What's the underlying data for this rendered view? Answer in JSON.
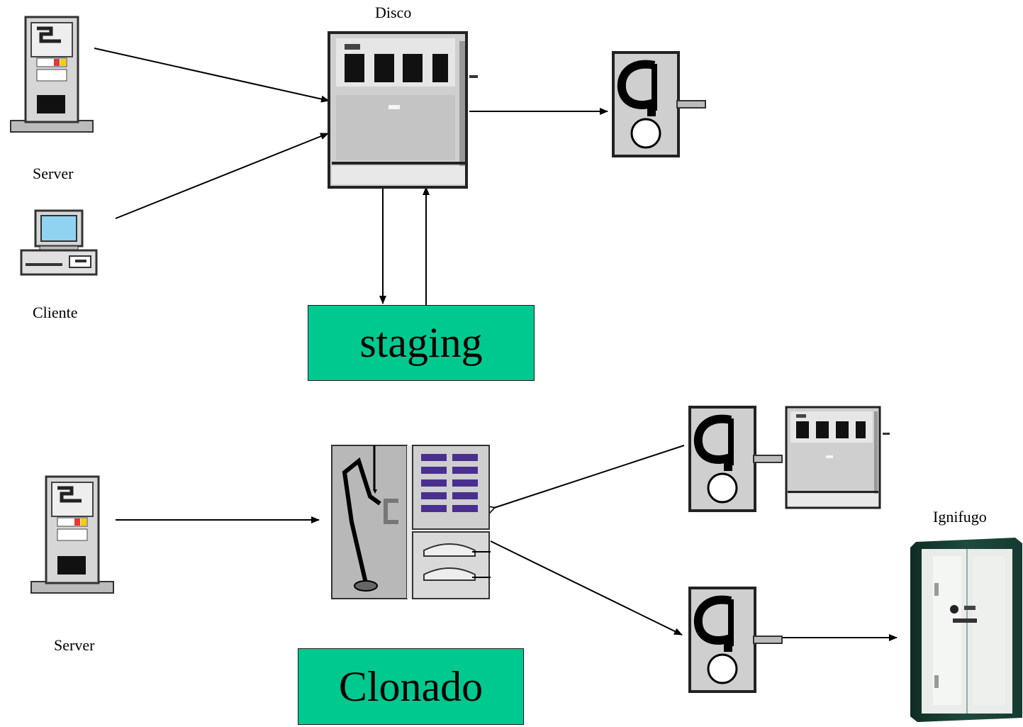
{
  "labels": {
    "disco": "Disco",
    "server_top": "Server",
    "cliente": "Cliente",
    "server_bottom": "Server",
    "ignifugo": "Ignifugo"
  },
  "boxes": {
    "staging": "staging",
    "clonado": "Clonado"
  },
  "colors": {
    "box_fill": "#00c98f",
    "disk_gray": "#c8c8c8",
    "slot_black": "#111111",
    "safe_green": "#1f4a3e",
    "library_gray": "#b8b8b8",
    "library_purple": "#4a2f8f",
    "monitor_screen": "#8fd3f0"
  },
  "icons": [
    "server-icon",
    "client-pc-icon",
    "disk-array-icon",
    "tape-drive-icon",
    "tape-library-icon",
    "fireproof-safe-icon"
  ]
}
